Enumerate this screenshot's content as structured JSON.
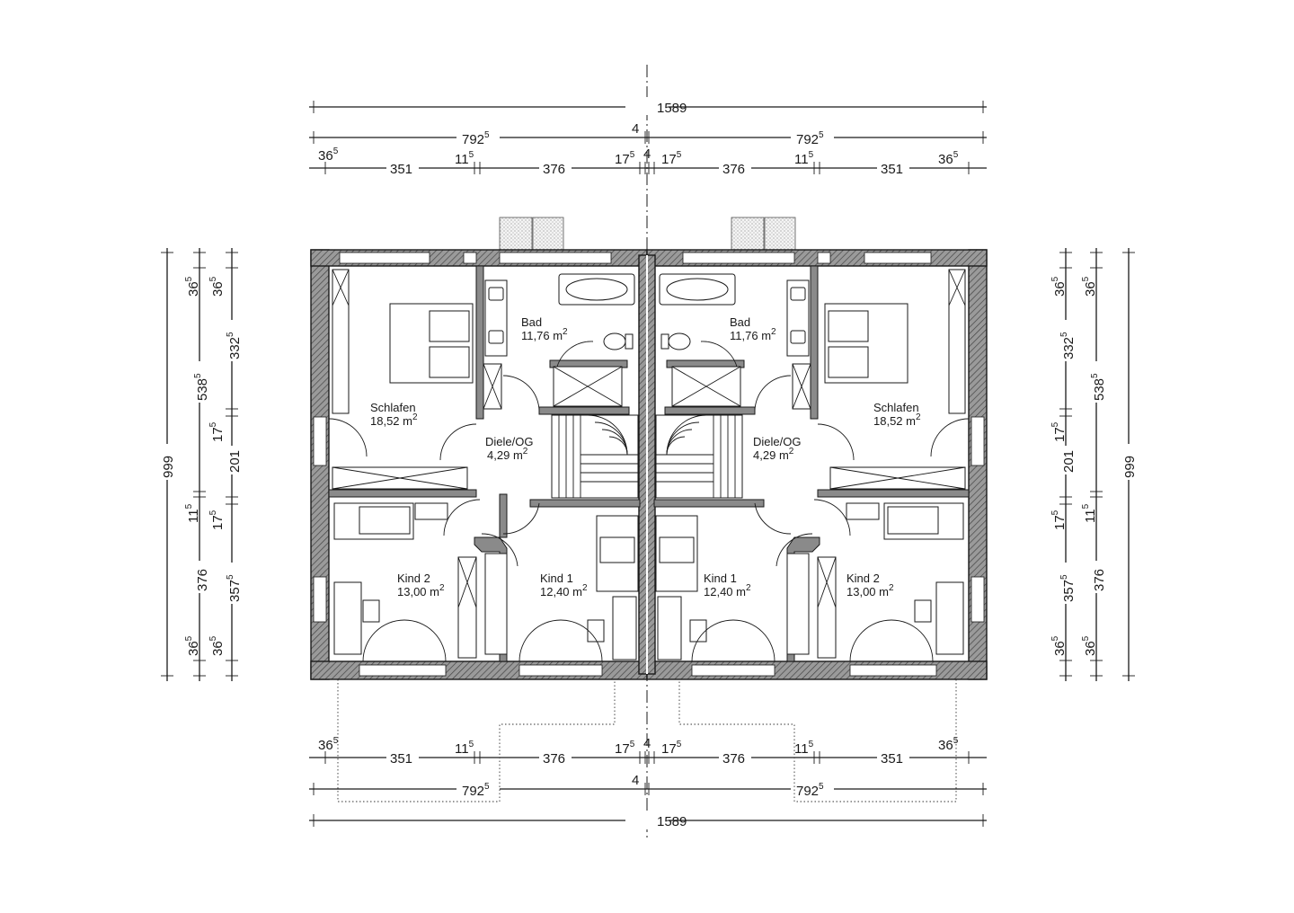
{
  "dimensions": {
    "overall": "1589",
    "half": "792",
    "half_sup": "5",
    "party_wall": "4",
    "segments": {
      "a": "36",
      "a_sup": "5",
      "b": "351",
      "c": "11",
      "c_sup": "5",
      "d": "376",
      "e": "17",
      "e_sup": "5"
    },
    "depth_total": "999",
    "depth_front": "538",
    "depth_front_sup": "5",
    "depth_rear": "376",
    "depth_a": "36",
    "depth_a_sup": "5",
    "depth_b": "332",
    "depth_b_sup": "5",
    "depth_c": "17",
    "depth_c_sup": "5",
    "depth_d": "201",
    "depth_e": "11",
    "depth_e_sup": "5",
    "depth_f": "357",
    "depth_f_sup": "5"
  },
  "rooms": {
    "bad": {
      "name": "Bad",
      "area": "11,76"
    },
    "schlafen": {
      "name": "Schlafen",
      "area": "18,52"
    },
    "diele": {
      "name": "Diele/OG",
      "area": "4,29"
    },
    "kind1": {
      "name": "Kind 1",
      "area": "12,40"
    },
    "kind2": {
      "name": "Kind 2",
      "area": "13,00"
    },
    "unit": "m",
    "unit_sup": "2"
  }
}
